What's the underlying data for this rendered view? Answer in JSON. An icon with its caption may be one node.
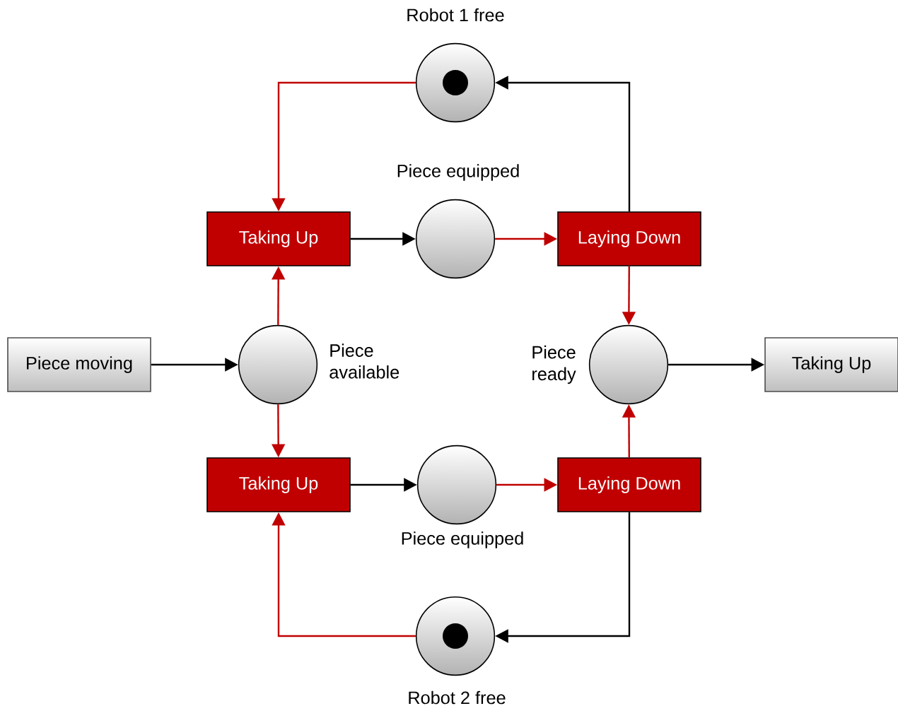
{
  "diagram": {
    "nodes": [
      {
        "text": [
          "Robot 1 free"
        ]
      },
      {
        "text": [
          "Taking Up"
        ]
      },
      {
        "text": [
          "Piece equipped"
        ]
      },
      {
        "text": [
          "Laying Down"
        ]
      },
      {
        "text": [
          "Piece moving"
        ]
      },
      {
        "text": [
          "Piece available"
        ]
      },
      {
        "text": [
          "Piece ready"
        ]
      },
      {
        "text": [
          "Taking Up"
        ]
      },
      {
        "text": [
          "Taking Up"
        ]
      },
      {
        "text": [
          "Piece equipped"
        ]
      },
      {
        "text": [
          "Laying Down"
        ]
      },
      {
        "text": [
          "Robot 2 free"
        ]
      }
    ],
    "edges": [
      {
        "from": 0,
        "to": 1,
        "arrow": "to"
      },
      {
        "from": 1,
        "to": 2,
        "arrow": "to",
        "color": "#000000"
      },
      {
        "from": 2,
        "to": 3,
        "arrow": "to"
      },
      {
        "from": 3,
        "to": 0,
        "arrow": "to",
        "color": "#000000"
      },
      {
        "from": 4,
        "to": 5,
        "arrow": "to",
        "color": "#000000"
      },
      {
        "from": 5,
        "to": 1,
        "arrow": "to"
      },
      {
        "from": 5,
        "to": 8,
        "arrow": "to"
      },
      {
        "from": 3,
        "to": 6,
        "arrow": "to"
      },
      {
        "from": 10,
        "to": 6,
        "arrow": "to"
      },
      {
        "from": 6,
        "to": 7,
        "arrow": "to",
        "color": "#000000"
      },
      {
        "from": 8,
        "to": 9,
        "arrow": "to",
        "color": "#000000"
      },
      {
        "from": 9,
        "to": 10,
        "arrow": "to"
      },
      {
        "from": 11,
        "to": 8,
        "arrow": "to"
      },
      {
        "from": 10,
        "to": 11,
        "arrow": "to",
        "color": "#000000"
      }
    ]
  }
}
